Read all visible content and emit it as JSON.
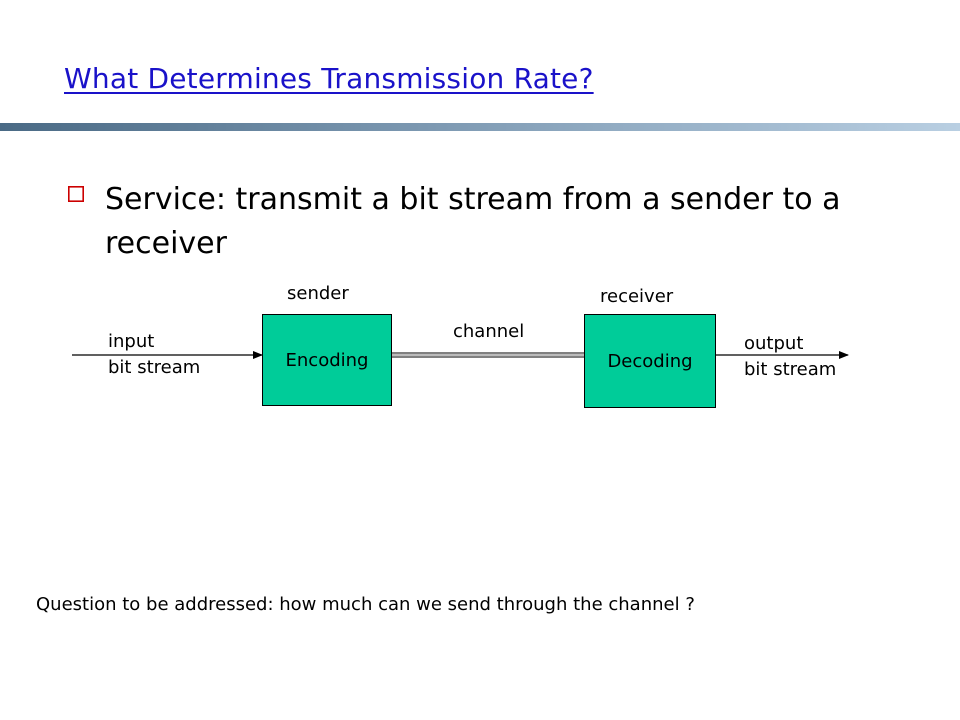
{
  "slide": {
    "title": "What Determines Transmission Rate?",
    "bullet_text": "Service: transmit a bit stream from a sender to a receiver",
    "diagram": {
      "sender_label": "sender",
      "receiver_label": "receiver",
      "channel_label": "channel",
      "input_label_line1": "input",
      "input_label_line2": "bit stream",
      "output_label_line1": "output",
      "output_label_line2": "bit stream",
      "encoder_box": "Encoding",
      "decoder_box": "Decoding"
    },
    "question": "Question to be addressed: how much can we send through the channel ?"
  },
  "colors": {
    "title": "#1a12c9",
    "box_fill": "#00cc99",
    "bullet": "#cc0000",
    "title_bar_start": "#4a6a85",
    "title_bar_end": "#b9cfe2"
  },
  "icons": {
    "bullet": "square-bullet-icon"
  }
}
